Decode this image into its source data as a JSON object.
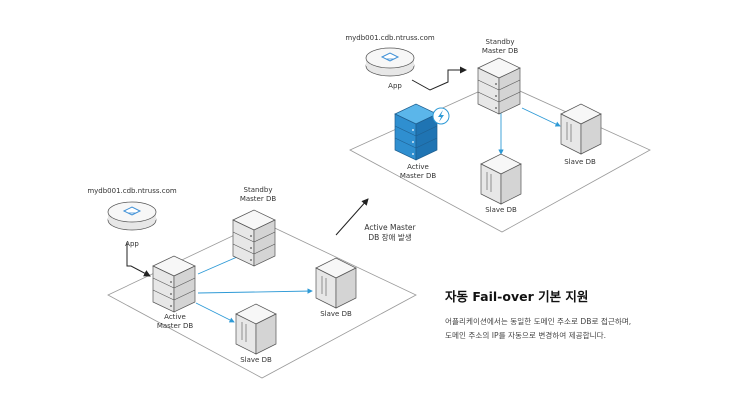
{
  "before": {
    "app_domain": "mydb001.cdb.ntruss.com",
    "app_label": "App",
    "standby_label": [
      "Standby",
      "Master DB"
    ],
    "active_label": [
      "Active",
      "Master DB"
    ],
    "slave_right_label": "Slave DB",
    "slave_bottom_label": "Slave DB"
  },
  "transition": {
    "lines": [
      "Active Master",
      "DB 장애 발생"
    ]
  },
  "after": {
    "app_domain": "mydb001.cdb.ntruss.com",
    "app_label": "App",
    "standby_label": [
      "Standby",
      "Master DB"
    ],
    "failed_label": [
      "Active",
      "Master DB"
    ],
    "slave_right_label": "Slave DB",
    "slave_bottom_label": "Slave DB"
  },
  "description": {
    "title": "자동 Fail-over 기본 지원",
    "lines": [
      "어플리케이션에서는 동일한 도메인 주소로 DB로 접근하며,",
      "도메인 주소의 IP를 자동으로 변경하여 제공합니다."
    ]
  },
  "colors": {
    "server_top": "#f7f7f7",
    "server_left": "#e7e7e7",
    "server_right": "#d4d4d4",
    "outline": "#555555",
    "replication": "#2e9ad6",
    "failed_top": "#5bb6ea",
    "failed_left": "#2f8fd0",
    "failed_right": "#1f74b3",
    "platform_stroke": "#9a9a9a",
    "app_icon": "#3d8fd6"
  },
  "icons": {
    "app": "monitor-icon",
    "failure": "lightning-icon"
  }
}
